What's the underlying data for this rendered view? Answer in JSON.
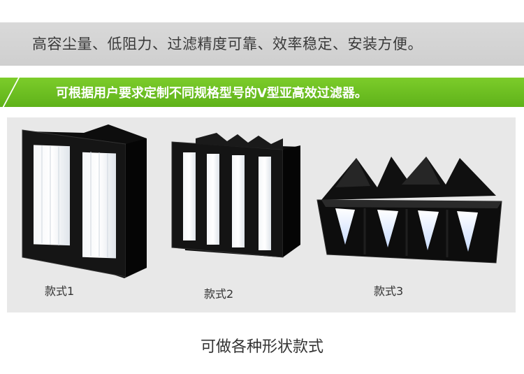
{
  "top_banner": {
    "text": "高容尘量、低阻力、过滤精度可靠、效率稳定、安装方便。"
  },
  "green_bar": {
    "text": "可根据用户要求定制不同规格型号的V型亚高效过滤器。"
  },
  "products": [
    {
      "label": "款式1"
    },
    {
      "label": "款式2"
    },
    {
      "label": "款式3"
    }
  ],
  "caption": "可做各种形状款式",
  "colors": {
    "green_bar": "#6cbe22",
    "gray_banner": "#d4d4d4",
    "product_background": "#e8e8e8",
    "filter_frame": "#111111"
  }
}
